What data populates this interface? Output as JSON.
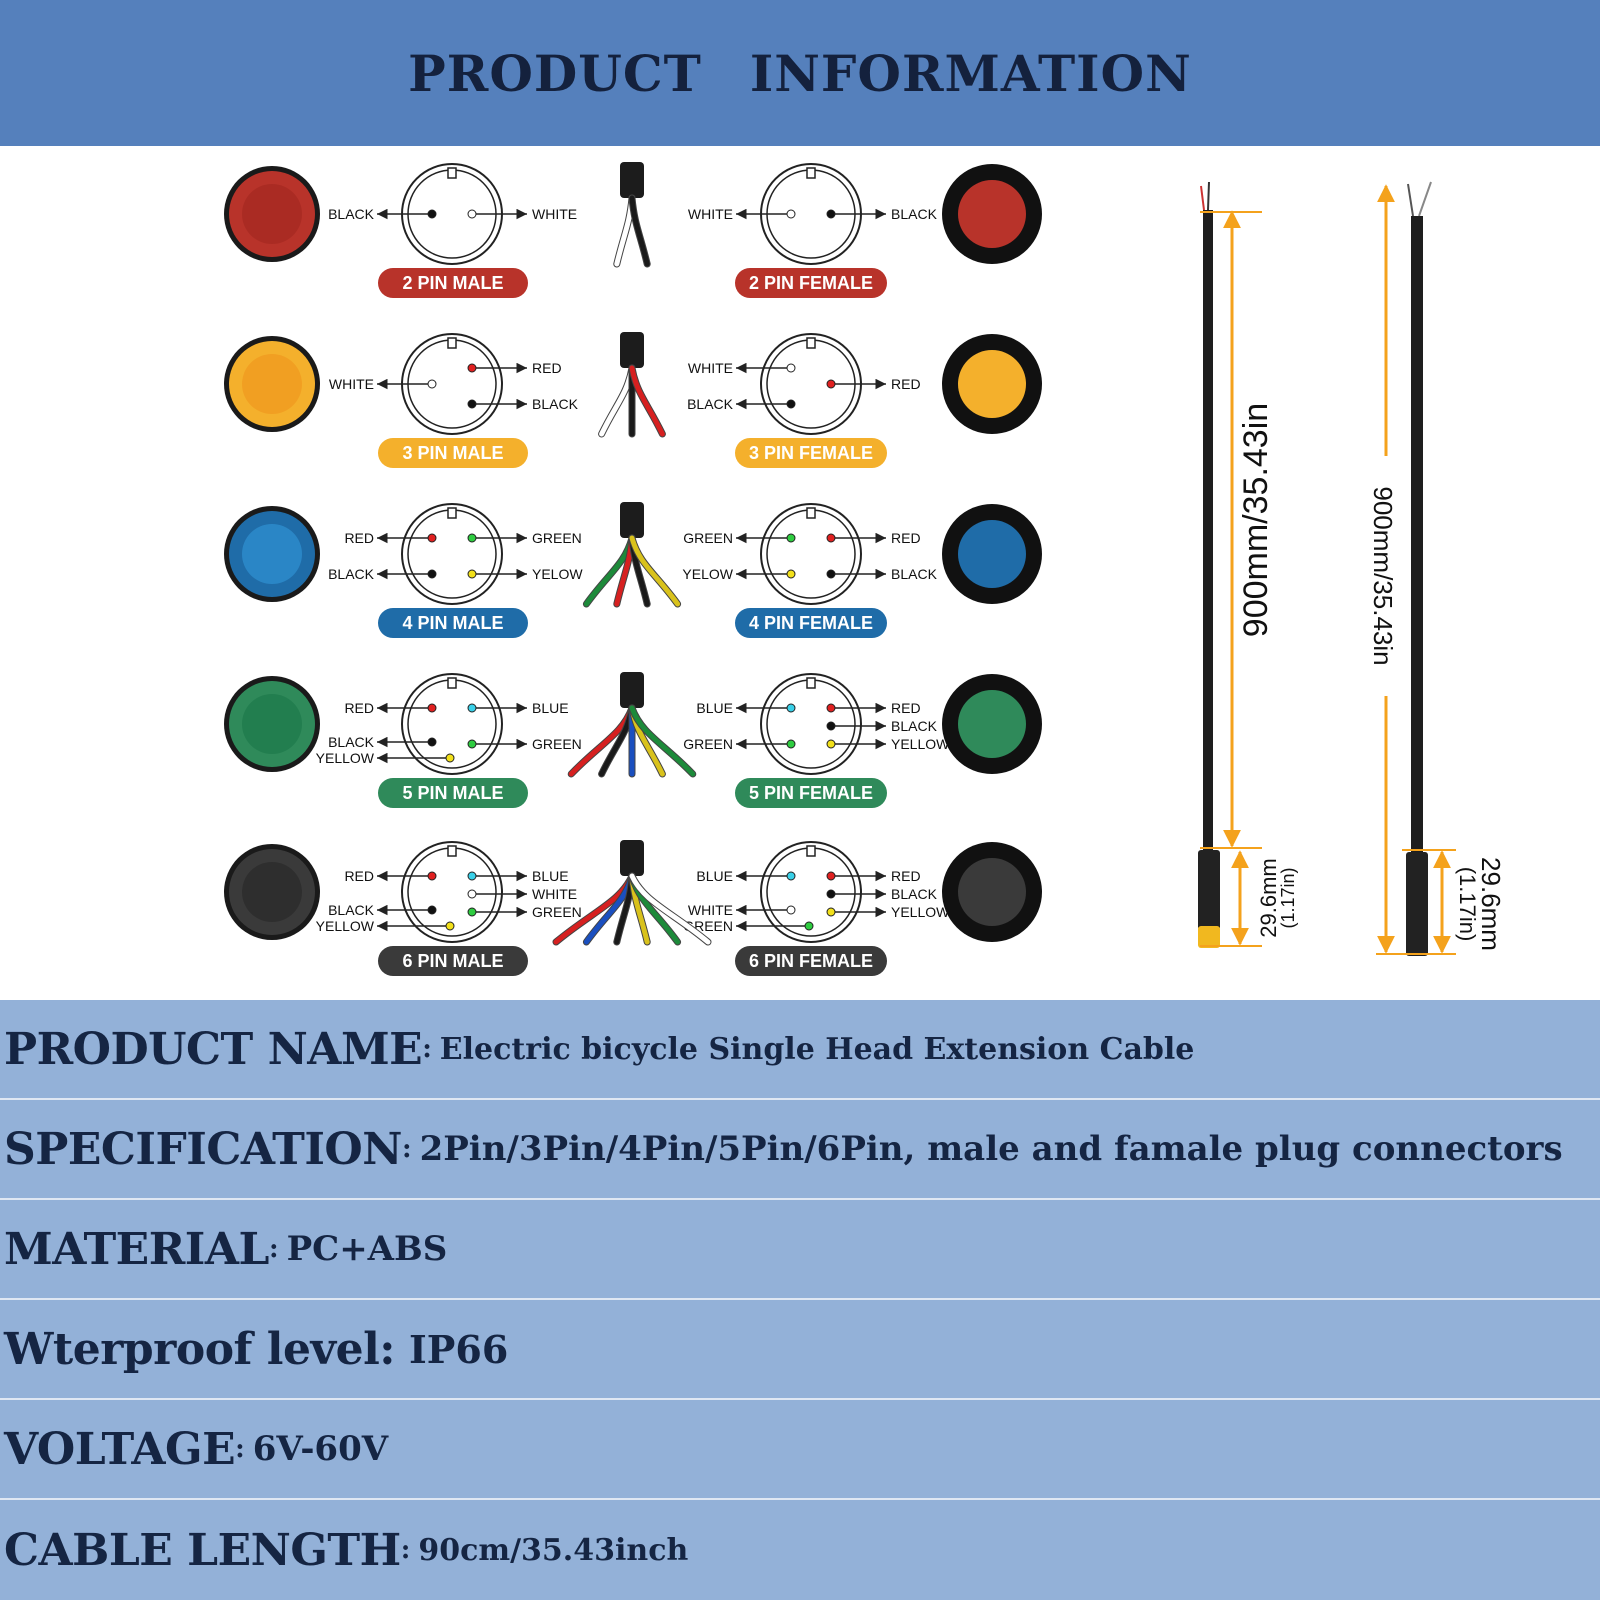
{
  "header": {
    "title_1": "PRODUCT",
    "title_2": "INFORMATION"
  },
  "connectors": [
    {
      "male_label": "2 PIN MALE",
      "female_label": "2 PIN FEMALE",
      "color": "#b8332a",
      "face": "#a52a22",
      "male_left": [
        "BLACK"
      ],
      "male_right": [
        "WHITE"
      ],
      "female_left": [
        "WHITE"
      ],
      "female_right": [
        "BLACK"
      ],
      "wires": [
        "#ffffff",
        "#1a1a1a"
      ]
    },
    {
      "male_label": "3 PIN MALE",
      "female_label": "3 PIN FEMALE",
      "color": "#f4b02c",
      "face": "#f09a1f",
      "male_left": [
        "WHITE"
      ],
      "male_right": [
        "RED",
        "BLACK"
      ],
      "female_left": [
        "WHITE",
        "BLACK"
      ],
      "female_right": [
        "RED"
      ],
      "wires": [
        "#ffffff",
        "#1a1a1a",
        "#d62020"
      ]
    },
    {
      "male_label": "4 PIN MALE",
      "female_label": "4 PIN FEMALE",
      "color": "#1f6ca8",
      "face": "#2f8fd0",
      "male_left": [
        "RED",
        "BLACK"
      ],
      "male_right": [
        "GREEN",
        "YELOW"
      ],
      "female_left": [
        "GREEN",
        "YELOW"
      ],
      "female_right": [
        "RED",
        "BLACK"
      ],
      "wires": [
        "#1d8a3a",
        "#d62020",
        "#1a1a1a",
        "#d9c21c"
      ]
    },
    {
      "male_label": "5 PIN MALE",
      "female_label": "5 PIN FEMALE",
      "color": "#2f8a5a",
      "face": "#1f7a4c",
      "male_left": [
        "RED",
        "BLACK",
        "YELLOW"
      ],
      "male_right": [
        "BLUE",
        "GREEN"
      ],
      "female_left": [
        "BLUE",
        "GREEN"
      ],
      "female_right": [
        "RED",
        "BLACK",
        "YELLOW"
      ],
      "wires": [
        "#d62020",
        "#1a1a1a",
        "#1a4fbf",
        "#d9c21c",
        "#1d8a3a"
      ]
    },
    {
      "male_label": "6 PIN MALE",
      "female_label": "6 PIN FEMALE",
      "color": "#3a3a3a",
      "face": "#2b2b2b",
      "male_left": [
        "RED",
        "BLACK",
        "YELLOW"
      ],
      "male_right": [
        "BLUE",
        "WHITE",
        "GREEN"
      ],
      "female_left": [
        "BLUE",
        "WHITE",
        "GREEN"
      ],
      "female_right": [
        "RED",
        "BLACK",
        "YELLOW"
      ],
      "wires": [
        "#d62020",
        "#1a4fbf",
        "#1a1a1a",
        "#d9c21c",
        "#1d8a3a",
        "#ffffff"
      ]
    }
  ],
  "dimensions": {
    "cable_1_length": "900mm/35.43in",
    "cable_1_head": "29.6mm",
    "cable_1_head_in": "(1.17in)",
    "cable_2_length": "900mm/35.43in",
    "cable_2_head": "29.6mm",
    "cable_2_head_in": "(1.17in)"
  },
  "specs": {
    "product_name_label": "PRODUCT NAME",
    "product_name_value": "Electric bicycle Single Head Extension Cable",
    "specification_label": "SPECIFICATION",
    "specification_value": "2Pin/3Pin/4Pin/5Pin/6Pin, male and famale plug connectors",
    "material_label": "MATERIAL",
    "material_value": "PC+ABS",
    "waterproof_label": "Wterproof level:",
    "waterproof_value": "IP66",
    "voltage_label": "VOLTAGE",
    "voltage_value": "6V-60V",
    "cable_length_label": "CABLE LENGTH",
    "cable_length_value": "90cm/35.43inch",
    "separator": ":"
  },
  "colors": {
    "header_bg": "#5580bc",
    "table_bg": "#93b1d8",
    "dimension_arrow": "#f4a21c"
  }
}
